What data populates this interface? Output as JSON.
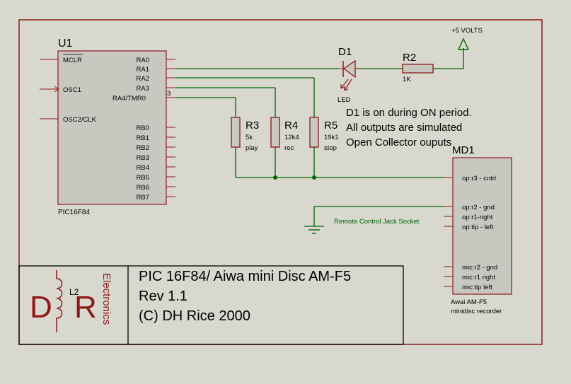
{
  "colors": {
    "background": "#d8d8cf",
    "border": "#8b1a1a",
    "wire": "#006400",
    "component": "#8b1a1a",
    "body_fill": "#c8c8c0",
    "text": "#000000",
    "net_label": "#006400"
  },
  "u1": {
    "ref": "U1",
    "part": "PIC16F84",
    "left_pins": [
      "MCLR",
      "OSC1",
      "OSC2/CLK"
    ],
    "right_pins": [
      "RA0",
      "RA1",
      "RA2",
      "RA3",
      "RA4/TMR0",
      "RB0",
      "RB1",
      "RB2",
      "RB3",
      "RB4",
      "RB5",
      "RB6",
      "RB7"
    ],
    "pin_number": "3"
  },
  "d1": {
    "ref": "D1",
    "type": "LED"
  },
  "r2": {
    "ref": "R2",
    "value": "1K"
  },
  "supply": {
    "label": "+5  VOLTS"
  },
  "resistors": [
    {
      "ref": "R3",
      "value": "5k",
      "name": "play"
    },
    {
      "ref": "R4",
      "value": "12k4",
      "name": "rec"
    },
    {
      "ref": "R5",
      "value": "19k1",
      "name": "stop"
    }
  ],
  "notes": [
    "D1 is on during ON period.",
    "All outputs are simulated",
    "Open Collector ouputs"
  ],
  "md1": {
    "ref": "MD1",
    "pins": [
      "op:r3 - cntrl",
      "op:r2 - gnd",
      "op:r1-right",
      "op:tip - left",
      "mic:r2 - gnd",
      "mic:r1 right",
      "mic:tip left"
    ],
    "desc": [
      "Awai AM-F5",
      "minidisc recorder"
    ]
  },
  "jack_label": "Remote Control Jack Socket",
  "title_block": {
    "logo_d": "D",
    "logo_r": "R",
    "logo_l": "L2",
    "logo_side": "Electronics",
    "title": "PIC 16F84/ Aiwa mini Disc AM-F5",
    "rev": "Rev 1.1",
    "copyright": "(C) DH Rice 2000"
  }
}
